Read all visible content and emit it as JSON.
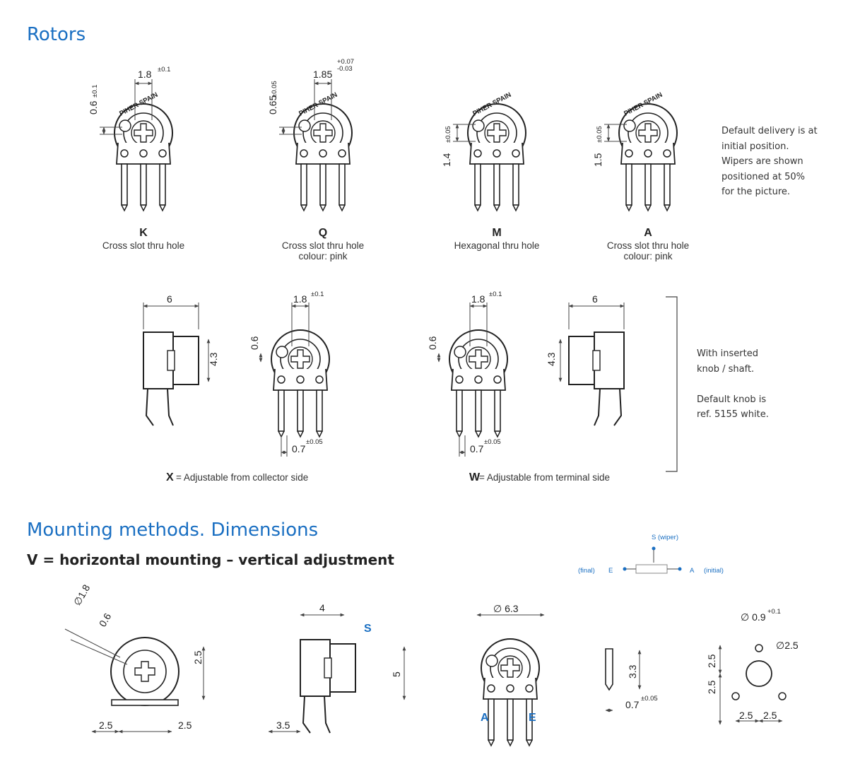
{
  "sections": {
    "rotors_title": "Rotors",
    "mounting_title": "Mounting methods. Dimensions",
    "mounting_subtitle": "V = horizontal mounting – vertical adjustment"
  },
  "notes": {
    "default_delivery": "Default delivery is at\ninitial position.\nWipers are shown\npositioned at 50%\nfor the picture.",
    "inserted_knob": "With inserted\nknob / shaft.\n\nDefault knob is\nref. 5155 white."
  },
  "rotors": [
    {
      "code": "K",
      "line1": "Cross slot thru hole",
      "line2": "",
      "dim_top": "1.8",
      "dim_top_tol": "±0.1",
      "dim_top_tol2": "",
      "dim_side": "0.6",
      "dim_side_tol": "±0.1",
      "logo_text": "PIHER SPAIN"
    },
    {
      "code": "Q",
      "line1": "Cross slot thru hole",
      "line2": "colour: pink",
      "dim_top": "1.85",
      "dim_top_tol": "+0.07",
      "dim_top_tol2": "-0.03",
      "dim_side": "0.65",
      "dim_side_tol": "±0.05",
      "logo_text": "PIHER SPAIN"
    },
    {
      "code": "M",
      "line1": "Hexagonal thru hole",
      "line2": "",
      "dim_side": "1.4",
      "dim_side_tol": "±0.05",
      "logo_text": "PIHER SPAIN"
    },
    {
      "code": "A",
      "line1": "Cross slot thru hole",
      "line2": "colour: pink",
      "dim_side": "1.5",
      "dim_side_tol": "±0.05",
      "logo_text": "PIHER SPAIN"
    }
  ],
  "adjustable": {
    "x": {
      "code": "X",
      "label": "= Adjustable from collector side",
      "width": "6",
      "height": "4.3",
      "top": "1.8",
      "top_tol": "±0.1",
      "side": "0.6",
      "pin": "0.7",
      "pin_tol": "±0.05"
    },
    "w": {
      "code": "W",
      "label": "= Adjustable from terminal side",
      "width": "6",
      "height": "4.3",
      "top": "1.8",
      "top_tol": "±0.1",
      "side": "0.6",
      "pin": "0.7",
      "pin_tol": "±0.05"
    }
  },
  "schematic": {
    "wiper": "S (wiper)",
    "final": "(final)",
    "e": "E",
    "a": "A",
    "initial": "(initial)"
  },
  "mounting": {
    "v1": {
      "diam": "1.8",
      "diam_prefix": "∅",
      "w": "0.6",
      "h": "2.5",
      "x1": "2.5",
      "x2": "2.5"
    },
    "v2": {
      "w": "4",
      "s": "S",
      "h": "5",
      "x": "3.5"
    },
    "v3": {
      "diam": "6.3",
      "diam_prefix": "∅",
      "a": "A",
      "e": "E"
    },
    "v4": {
      "h": "3.3",
      "w": "0.7",
      "w_tol": "±0.05"
    },
    "v5": {
      "hole1": "0.9",
      "hole1_tol": "+0.1",
      "hole1_prefix": "∅",
      "hole2": "2.5",
      "hole2_prefix": "∅",
      "y1": "2.5",
      "y2": "2.5",
      "x1": "2.5",
      "x2": "2.5"
    }
  },
  "colors": {
    "accent": "#1a6fc2",
    "line": "#222222",
    "body_fill": "#ffffff"
  }
}
